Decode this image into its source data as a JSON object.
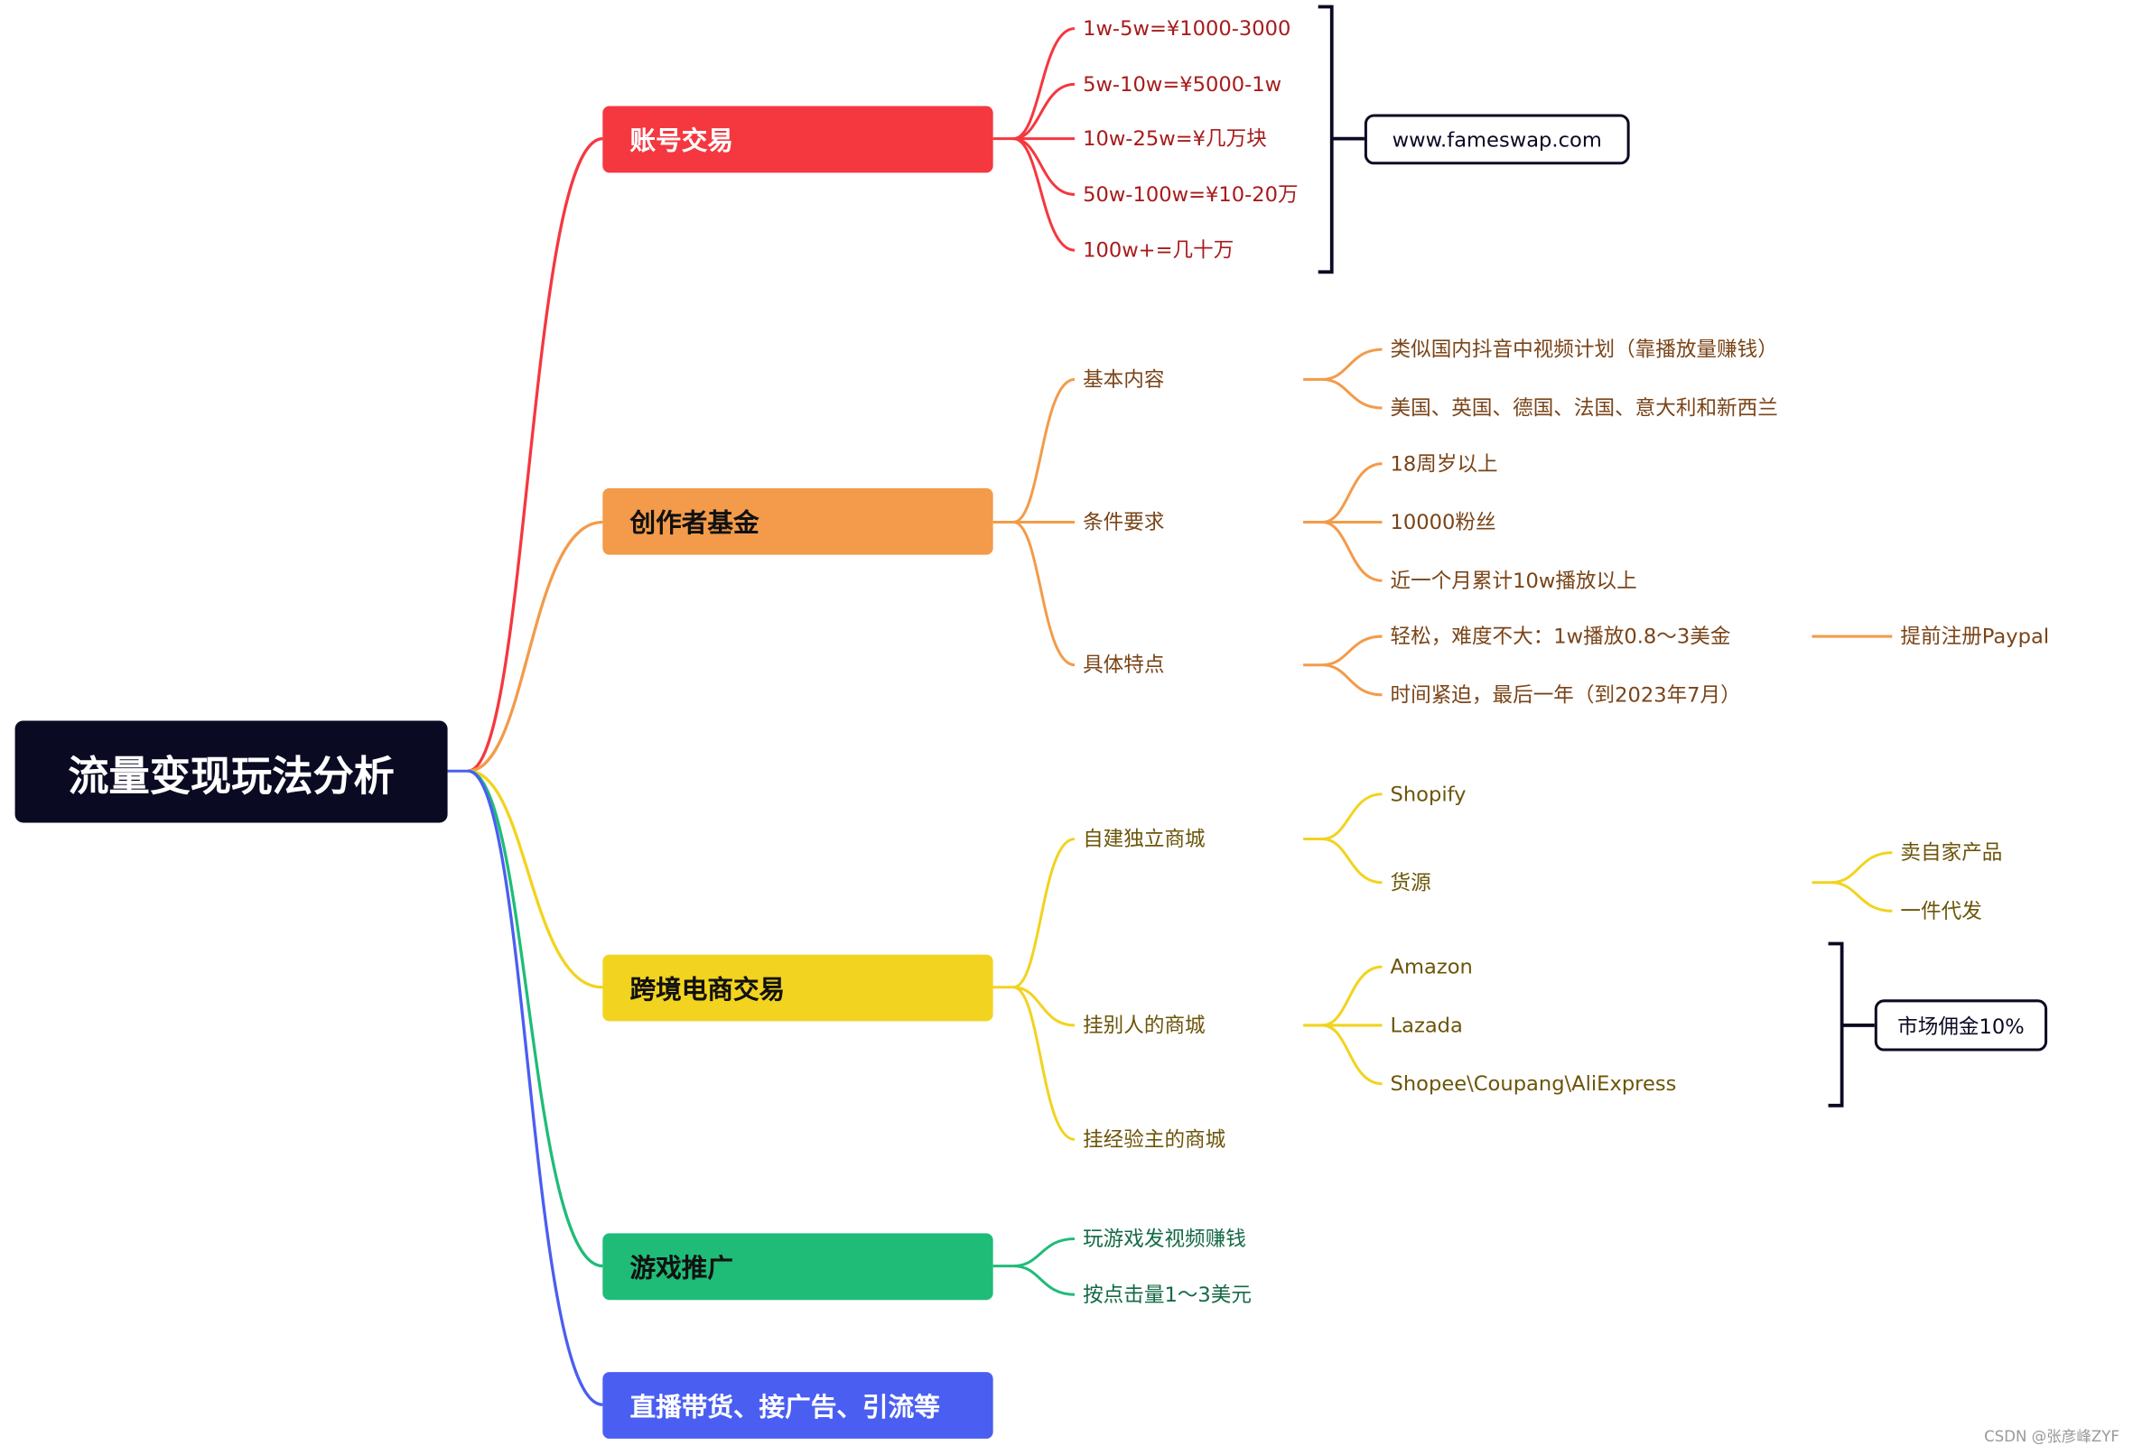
{
  "root": "流量变现玩法分析",
  "colors": {
    "red": "#f5373f",
    "orange": "#f39b4a",
    "yellow": "#f2d31f",
    "green": "#1fbc78",
    "blue": "#4a5ef2",
    "root_bg": "#0a0a23"
  },
  "branches": {
    "account": {
      "label": "账号交易",
      "items": [
        "1w-5w=¥1000-3000",
        "5w-10w=¥5000-1w",
        "10w-25w=¥几万块",
        "50w-100w=¥10-20万",
        "100w+=几十万"
      ],
      "note": "www.fameswap.com"
    },
    "fund": {
      "label": "创作者基金",
      "basic": {
        "label": "基本内容",
        "items": [
          "类似国内抖音中视频计划（靠播放量赚钱）",
          "美国、英国、德国、法国、意大利和新西兰"
        ]
      },
      "cond": {
        "label": "条件要求",
        "items": [
          "18周岁以上",
          "10000粉丝",
          "近一个月累计10w播放以上"
        ]
      },
      "feat": {
        "label": "具体特点",
        "items": [
          "轻松，难度不大：1w播放0.8～3美金",
          "时间紧迫，最后一年（到2023年7月）"
        ],
        "sub": "提前注册Paypal"
      }
    },
    "ecom": {
      "label": "跨境电商交易",
      "self": {
        "label": "自建独立商城",
        "items": [
          "Shopify",
          "货源"
        ],
        "source_items": [
          "卖自家产品",
          "一件代发"
        ]
      },
      "other": {
        "label": "挂别人的商城",
        "items": [
          "Amazon",
          "Lazada",
          "Shopee\\Coupang\\AliExpress"
        ],
        "note": "市场佣金10%"
      },
      "exp": {
        "label": "挂经验主的商城"
      }
    },
    "game": {
      "label": "游戏推广",
      "items": [
        "玩游戏发视频赚钱",
        "按点击量1～3美元"
      ]
    },
    "live": {
      "label": "直播带货、接广告、引流等"
    }
  },
  "credit": "CSDN @张彦峰ZYF"
}
